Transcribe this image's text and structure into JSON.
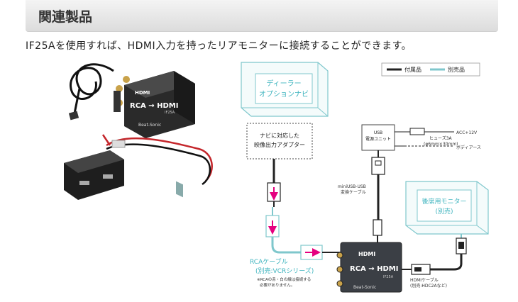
{
  "header": {
    "title": "関連製品"
  },
  "intro": "IF25Aを使用すれば、HDMI入力を持ったリアモニターに接続することができます。",
  "product": {
    "logo": "HDMI",
    "model_label": "RCA → HDMI",
    "model_code": "IF25A",
    "brand": "Beat-Sonic"
  },
  "legend": {
    "included": "付属品",
    "sold_separately": "別売品"
  },
  "diagram": {
    "dealer_navi": [
      "ディーラー",
      "オプションナビ"
    ],
    "adapter": [
      "ナビに対応した",
      "映像出力アダプター"
    ],
    "usb_unit": [
      "USB",
      "電源ユニット"
    ],
    "fuse": [
      "ヒューズ3A",
      "(φ6mm×30mm)"
    ],
    "acc": "ACC+12V",
    "body_earth": "ボディアース",
    "mini_usb_cable": [
      "miniUSB-USB",
      "変換ケーブル"
    ],
    "rear_monitor": [
      "後席用モニター",
      "(別売)"
    ],
    "rca_cable": [
      "RCAケーブル",
      "(別売:VCRシリーズ)"
    ],
    "rca_note": [
      "※RCAの赤・白の線は接続する",
      "必要がありません。"
    ],
    "hdmi_cable": [
      "HDMIケーブル",
      "(別売:HDC2Aなど)"
    ],
    "device_logo": "HDMI",
    "device_label": "RCA → HDMI",
    "device_code": "IF25A",
    "device_brand": "Beat-Sonic"
  },
  "colors": {
    "included": "#222222",
    "sold": "#7fc7cc",
    "magenta": "#e5007f",
    "teal_text": "#3fb4bf"
  }
}
